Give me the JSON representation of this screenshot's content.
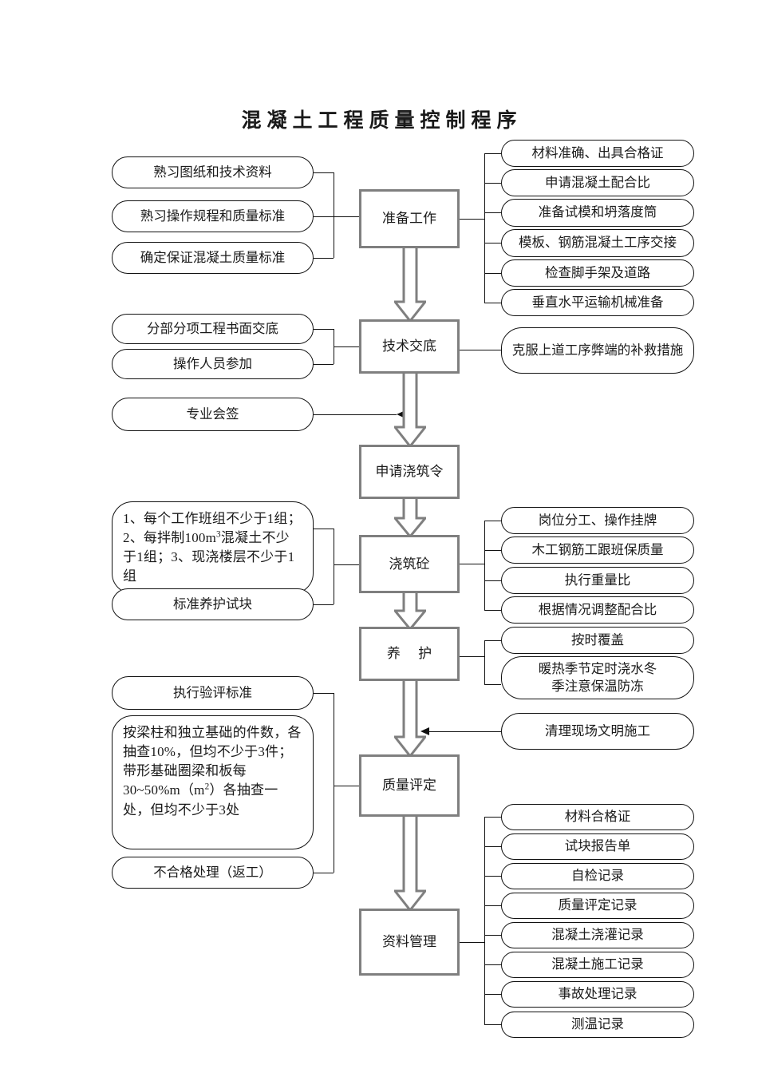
{
  "title": "混凝土工程质量控制程序",
  "process_boxes": [
    {
      "id": "prep",
      "label": "准备工作"
    },
    {
      "id": "tech",
      "label": "技术交底"
    },
    {
      "id": "apply",
      "label": "申请浇筑令"
    },
    {
      "id": "pour",
      "label": "浇筑砼"
    },
    {
      "id": "cure",
      "label": "养 护"
    },
    {
      "id": "quality",
      "label": "质量评定"
    },
    {
      "id": "archive",
      "label": "资料管理"
    }
  ],
  "left_groups": [
    {
      "target": "prep",
      "items": [
        "熟习图纸和技术资料",
        "熟习操作规程和质量标准",
        "确定保证混凝土质量标准"
      ]
    },
    {
      "target": "tech",
      "items": [
        "分部分项工程书面交底",
        "操作人员参加"
      ]
    },
    {
      "target": "apply",
      "items": [
        "专业会签"
      ]
    },
    {
      "target": "pour",
      "items": [
        "1、每个工作班组不少于1组；2、每拌制100m³混凝土不少于1组；3、现浇楼层不少于1组",
        "标准养护试块"
      ]
    },
    {
      "target": "quality",
      "items": [
        "执行验评标准",
        "按梁柱和独立基础的件数，各抽查10%，但均不少于3件；带形基础圈梁和板每30~50%m（m²）各抽查一处，但均不少于3处",
        "不合格处理（返工）"
      ]
    }
  ],
  "right_groups": [
    {
      "target": "prep",
      "items": [
        "材料准确、出具合格证",
        "申请混凝土配合比",
        "准备试模和坍落度筒",
        "模板、钢筋混凝土工序交接",
        "检查脚手架及道路",
        "垂直水平运输机械准备"
      ]
    },
    {
      "target": "tech",
      "items": [
        "克服上道工序弊端的补救措施"
      ]
    },
    {
      "target": "pour",
      "items": [
        "岗位分工、操作挂牌",
        "木工钢筋工跟班保质量",
        "执行重量比",
        "根据情况调整配合比"
      ]
    },
    {
      "target": "cure",
      "items": [
        "按时覆盖",
        "暖热季节定时浇水冬季注意保温防冻"
      ]
    },
    {
      "target": "quality",
      "items": [
        "清理现场文明施工"
      ]
    },
    {
      "target": "archive",
      "items": [
        "材料合格证",
        "试块报告单",
        "自检记录",
        "质量评定记录",
        "混凝土浇灌记录",
        "混凝土施工记录",
        "事故处理记录",
        "测温记录"
      ]
    }
  ],
  "colors": {
    "process_border": "#7f7f7f",
    "leaf_border": "#111111",
    "connector": "#111111",
    "background": "#ffffff"
  }
}
